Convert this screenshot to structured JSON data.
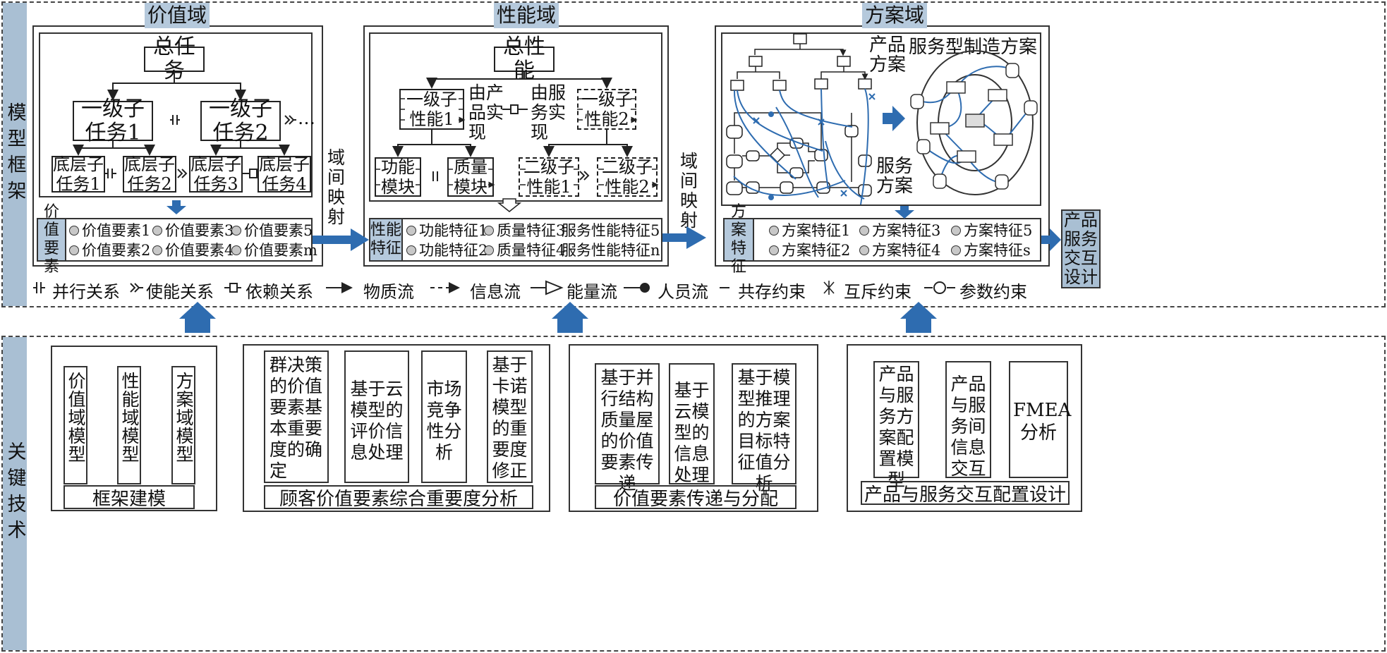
{
  "model_frame": {
    "side_label": "模型框架",
    "value_domain": {
      "title": "价值域",
      "total": "总任务",
      "l1": [
        "一级子\n任务1",
        "一级子\n任务2"
      ],
      "l2": [
        "底层子\n任务1",
        "底层子\n任务2",
        "底层子\n任务3",
        "底层子\n任务4"
      ],
      "ellipsis": "…",
      "feature_head": "价值\n要素",
      "features": [
        "价值要素1",
        "价值要素3",
        "价值要素5",
        "价值要素2",
        "价值要素4",
        "价值要素m"
      ]
    },
    "mapping_label_1": "域\n间\n映\n射",
    "performance_domain": {
      "title": "性能域",
      "total": "总性能",
      "l1": [
        "一级子\n性能1",
        "一级子\n性能2"
      ],
      "by_product": "由产\n品实\n现",
      "by_service": "由服\n务实\n现",
      "l2": [
        "功能\n模块",
        "质量\n模块",
        "二级子\n性能1",
        "二级子\n性能2"
      ],
      "feature_head": "性能\n特征",
      "features": [
        "功能特征1",
        "质量特征3",
        "服务性能特征5",
        "功能特征2",
        "质量特征4",
        "服务性能特征n"
      ]
    },
    "mapping_label_2": "域\n间\n映\n射",
    "solution_domain": {
      "title": "方案域",
      "product_solution": "产品\n方案",
      "manufacturing_solution": "服务型制造方案",
      "service_solution": "服务\n方案",
      "feature_head": "方案\n特征",
      "features": [
        "方案特征1",
        "方案特征3",
        "方案特征5",
        "方案特征2",
        "方案特征4",
        "方案特征s"
      ]
    },
    "output": "产品\n服务\n交互\n设计",
    "legend": [
      {
        "icon": "parallel-icon",
        "text": "并行关系"
      },
      {
        "icon": "enable-icon",
        "text": "使能关系"
      },
      {
        "icon": "depend-icon",
        "text": "依赖关系"
      },
      {
        "icon": "material-flow-icon",
        "text": "物质流"
      },
      {
        "icon": "info-flow-icon",
        "text": "信息流"
      },
      {
        "icon": "energy-flow-icon",
        "text": "能量流"
      },
      {
        "icon": "personnel-flow-icon",
        "text": "人员流"
      },
      {
        "icon": "coexist-icon",
        "text": "共存约束"
      },
      {
        "icon": "exclusive-icon",
        "text": "互斥约束"
      },
      {
        "icon": "param-icon",
        "text": "参数约束"
      }
    ]
  },
  "key_tech": {
    "side_label": "关键技术",
    "groups": [
      {
        "items": [
          "价值域模型",
          "性能域模型",
          "方案域模型"
        ],
        "caption": "框架建模"
      },
      {
        "items": [
          "群决策的价值要素基本重要度的确定",
          "基于云模型的评价信息处理",
          "市场竞争性分析",
          "基于卡诺模型的重要度修正"
        ],
        "caption": "顾客价值要素综合重要度分析"
      },
      {
        "items": [
          "基于并行结构质量屋的价值要素传递",
          "基于云模型的信息处理",
          "基于模型推理的方案目标特征值分析"
        ],
        "caption": "价值要素传递与分配"
      },
      {
        "items": [
          "产品与服务方案配置模型",
          "产品与服务间信息交互",
          "FMEA分析"
        ],
        "caption": "产品与服务交互配置设计"
      }
    ]
  },
  "colors": {
    "accent": "#2e6cb0",
    "side": "#a9bfd3",
    "header": "#b5c9dc"
  }
}
